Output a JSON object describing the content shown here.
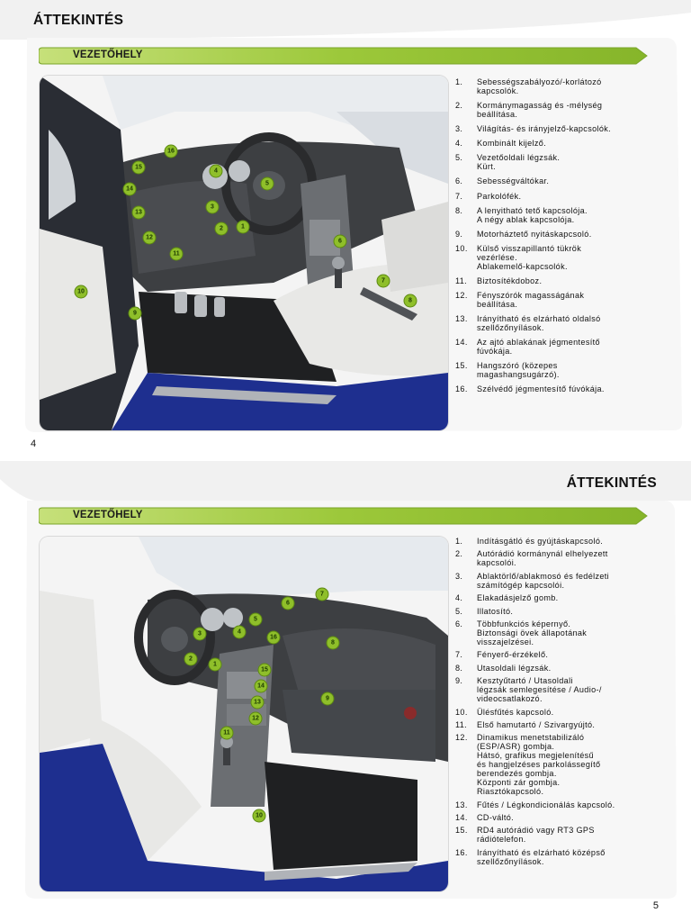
{
  "pages": [
    {
      "title": "ÁTTEKINTÉS",
      "section_label": "VEZETŐHELY",
      "page_number": "4",
      "items": [
        {
          "num": "1.",
          "text": "Sebességszabályozó/-korlátozó\nkapcsolók."
        },
        {
          "num": "2.",
          "text": "Kormánymagasság és -mélység\nbeállítása."
        },
        {
          "num": "3.",
          "text": "Világítás- és irányjelző-kapcsolók."
        },
        {
          "num": "4.",
          "text": "Kombinált kijelző."
        },
        {
          "num": "5.",
          "text": "Vezetőoldali légzsák.\nKürt."
        },
        {
          "num": "6.",
          "text": "Sebességváltókar."
        },
        {
          "num": "7.",
          "text": "Parkolófék."
        },
        {
          "num": "8.",
          "text": "A lenyitható tető kapcsolója.\nA négy ablak kapcsolója."
        },
        {
          "num": "9.",
          "text": "Motorháztető nyitáskapcsoló."
        },
        {
          "num": "10.",
          "text": "Külső visszapillantó tükrök\nvezérlése.\nAblakemelő-kapcsolók."
        },
        {
          "num": "11.",
          "text": "Biztosítékdoboz."
        },
        {
          "num": "12.",
          "text": "Fényszórók magasságának\nbeállítása."
        },
        {
          "num": "13.",
          "text": "Irányítható és elzárható oldalsó\nszellőzőnyílások."
        },
        {
          "num": "14.",
          "text": "Az ajtó ablakának jégmentesítő\nfúvókája."
        },
        {
          "num": "15.",
          "text": "Hangszóró (közepes\nmagashangsugárzó)."
        },
        {
          "num": "16.",
          "text": "Szélvédő jégmentesítő fúvókája."
        }
      ],
      "markers": [
        "16",
        "15",
        "14",
        "13",
        "12",
        "11",
        "4",
        "3",
        "2",
        "1",
        "5",
        "6",
        "7",
        "8",
        "10",
        "9"
      ]
    },
    {
      "title": "ÁTTEKINTÉS",
      "section_label": "VEZETŐHELY",
      "page_number": "5",
      "items": [
        {
          "num": "1.",
          "text": "Indításgátló és gyújtáskapcsoló."
        },
        {
          "num": "2.",
          "text": "Autórádió kormánynál elhelyezett\nkapcsolói."
        },
        {
          "num": "3.",
          "text": "Ablaktörlő/ablakmosó és fedélzeti\nszámítógép kapcsolói."
        },
        {
          "num": "4.",
          "text": "Elakadásjelző gomb."
        },
        {
          "num": "5.",
          "text": "Illatosító."
        },
        {
          "num": "6.",
          "text": "Többfunkciós képernyő.\nBiztonsági övek állapotának\nvisszajelzései."
        },
        {
          "num": "7.",
          "text": "Fényerő-érzékelő."
        },
        {
          "num": "8.",
          "text": "Utasoldali légzsák."
        },
        {
          "num": "9.",
          "text": "Kesztyűtartó / Utasoldali\nlégzsák semlegesítése / Audio-/\nvideocsatlakozó."
        },
        {
          "num": "10.",
          "text": "Ülésfűtés kapcsoló."
        },
        {
          "num": "11.",
          "text": "Első hamutartó / Szivargyújtó."
        },
        {
          "num": "12.",
          "text": "Dinamikus menetstabilizáló\n(ESP/ASR) gombja.\nHátsó, grafikus megjelenítésű\nés hangjelzéses parkolássegítő\nberendezés gombja.\nKözponti zár gombja.\nRiasztókapcsoló."
        },
        {
          "num": "13.",
          "text": "Fűtés / Légkondicionálás kapcsoló."
        },
        {
          "num": "14.",
          "text": "CD-váltó."
        },
        {
          "num": "15.",
          "text": "RD4 autórádió vagy RT3 GPS\nrádiótelefon."
        },
        {
          "num": "16.",
          "text": "Irányítható és elzárható középső\nszellőzőnyílások."
        }
      ],
      "markers": [
        "6",
        "7",
        "5",
        "4",
        "16",
        "3",
        "8",
        "2",
        "1",
        "15",
        "14",
        "13",
        "12",
        "9",
        "11",
        "10"
      ]
    }
  ],
  "colors": {
    "band_green": "#9cc83a",
    "marker_green": "#8fbf2a",
    "car_blue": "#1e2f8f",
    "interior_grey": "#3d3f42",
    "seat_white": "#e8e8e6"
  }
}
